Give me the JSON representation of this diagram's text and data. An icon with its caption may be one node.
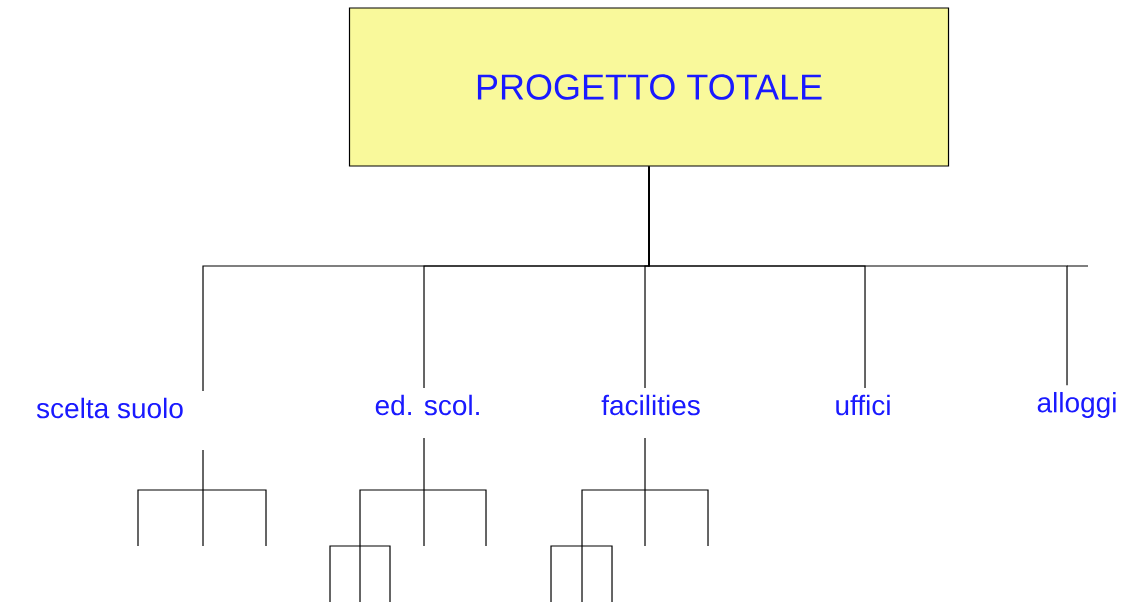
{
  "diagram": {
    "nodes": [
      {
        "text": [
          "PROGETTO TOTALE"
        ]
      },
      {
        "text": [
          "scelta suolo"
        ]
      },
      {
        "text": [
          "ed. scol."
        ]
      },
      {
        "text": [
          "facilities"
        ]
      },
      {
        "text": [
          "uffici"
        ]
      },
      {
        "text": [
          "alloggi"
        ]
      }
    ],
    "edges": [
      {
        "from": 0,
        "to": 1,
        "arrow": "none"
      },
      {
        "from": 0,
        "to": 2,
        "arrow": "none"
      },
      {
        "from": 0,
        "to": 3,
        "arrow": "none"
      },
      {
        "from": 0,
        "to": 4,
        "arrow": "none"
      },
      {
        "from": 0,
        "to": 5,
        "arrow": "none"
      }
    ]
  }
}
